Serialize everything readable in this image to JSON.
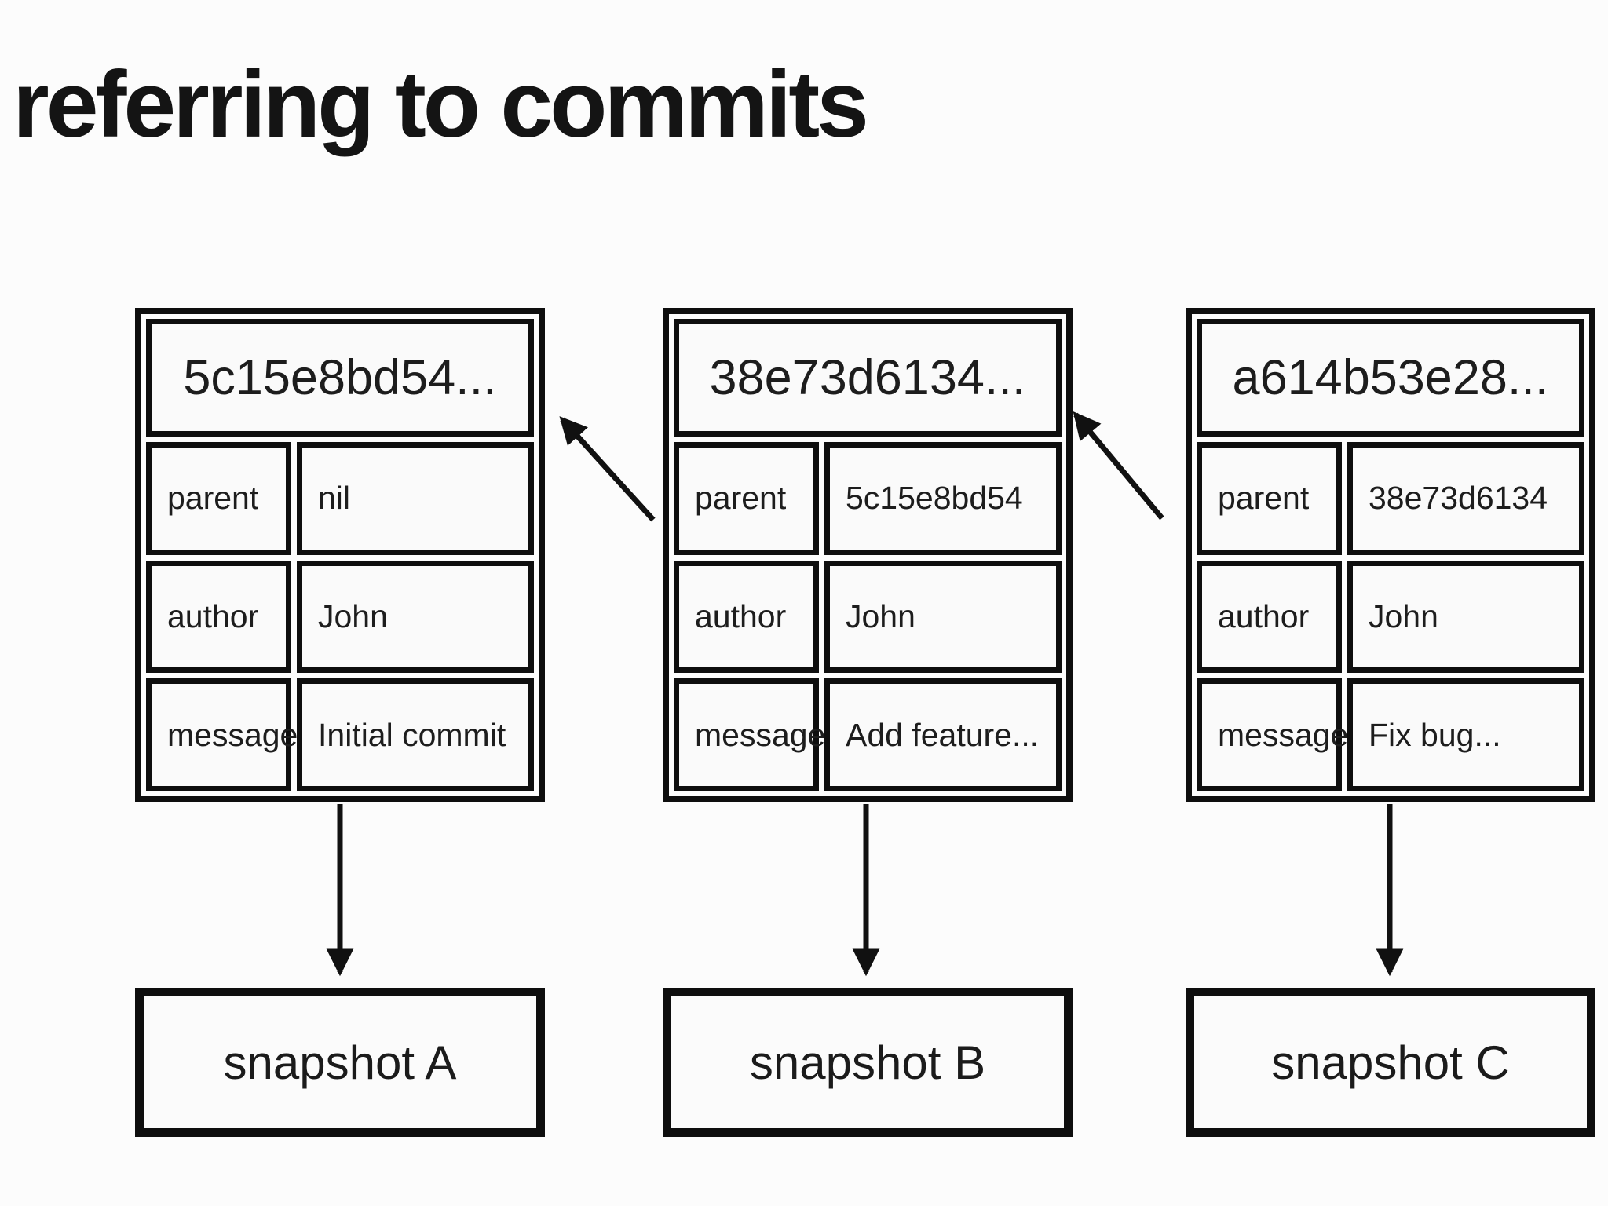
{
  "title": "referring to commits",
  "colors": {
    "ink": "#111111",
    "background": "#fcfcfc",
    "cell_fill": "#fafafa"
  },
  "commits": [
    {
      "hash": "5c15e8bd54...",
      "fields": [
        {
          "label": "parent",
          "value": "nil"
        },
        {
          "label": "author",
          "value": "John"
        },
        {
          "label": "message",
          "value": "Initial commit"
        }
      ],
      "snapshot_label": "snapshot A"
    },
    {
      "hash": "38e73d6134...",
      "fields": [
        {
          "label": "parent",
          "value": "5c15e8bd54"
        },
        {
          "label": "author",
          "value": "John"
        },
        {
          "label": "message",
          "value": "Add feature..."
        }
      ],
      "snapshot_label": "snapshot B"
    },
    {
      "hash": "a614b53e28...",
      "fields": [
        {
          "label": "parent",
          "value": "38e73d6134"
        },
        {
          "label": "author",
          "value": "John"
        },
        {
          "label": "message",
          "value": "Fix bug..."
        }
      ],
      "snapshot_label": "snapshot C"
    }
  ],
  "edges": [
    {
      "from": "commit 38e73d6134 parent",
      "to": "commit 5c15e8bd54"
    },
    {
      "from": "commit a614b53e28 parent",
      "to": "commit 38e73d6134"
    },
    {
      "from": "commit 5c15e8bd54",
      "to": "snapshot A"
    },
    {
      "from": "commit 38e73d6134",
      "to": "snapshot B"
    },
    {
      "from": "commit a614b53e28",
      "to": "snapshot C"
    }
  ]
}
